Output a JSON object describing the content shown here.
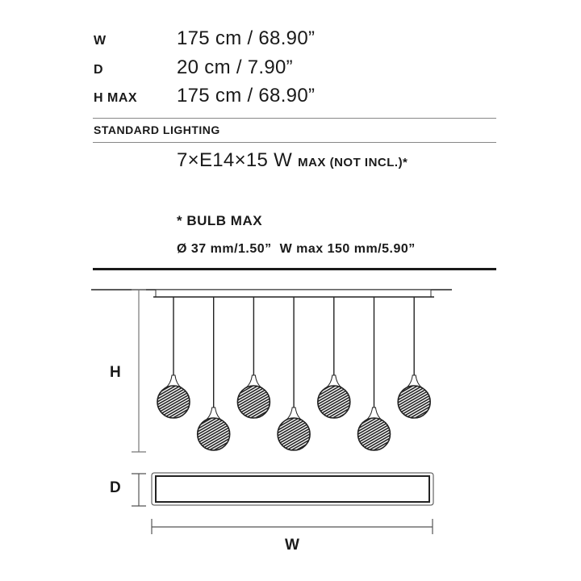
{
  "specs": [
    {
      "label": "W",
      "value": "175 cm / 68.90”"
    },
    {
      "label": "D",
      "value": "20 cm / 7.90”"
    },
    {
      "label": "H MAX",
      "value": "175 cm / 68.90”"
    }
  ],
  "lighting": {
    "heading": "STANDARD LIGHTING",
    "value_main": "7×E14×15 W",
    "value_suffix": "MAX (NOT INCL.)*",
    "note_title": "* BULB MAX",
    "note_detail": "Ø 37 mm/1.50”  W max 150 mm/5.90”"
  },
  "drawing": {
    "h_label": "H",
    "d_label": "D",
    "w_label": "W",
    "pendant_count": 7
  }
}
